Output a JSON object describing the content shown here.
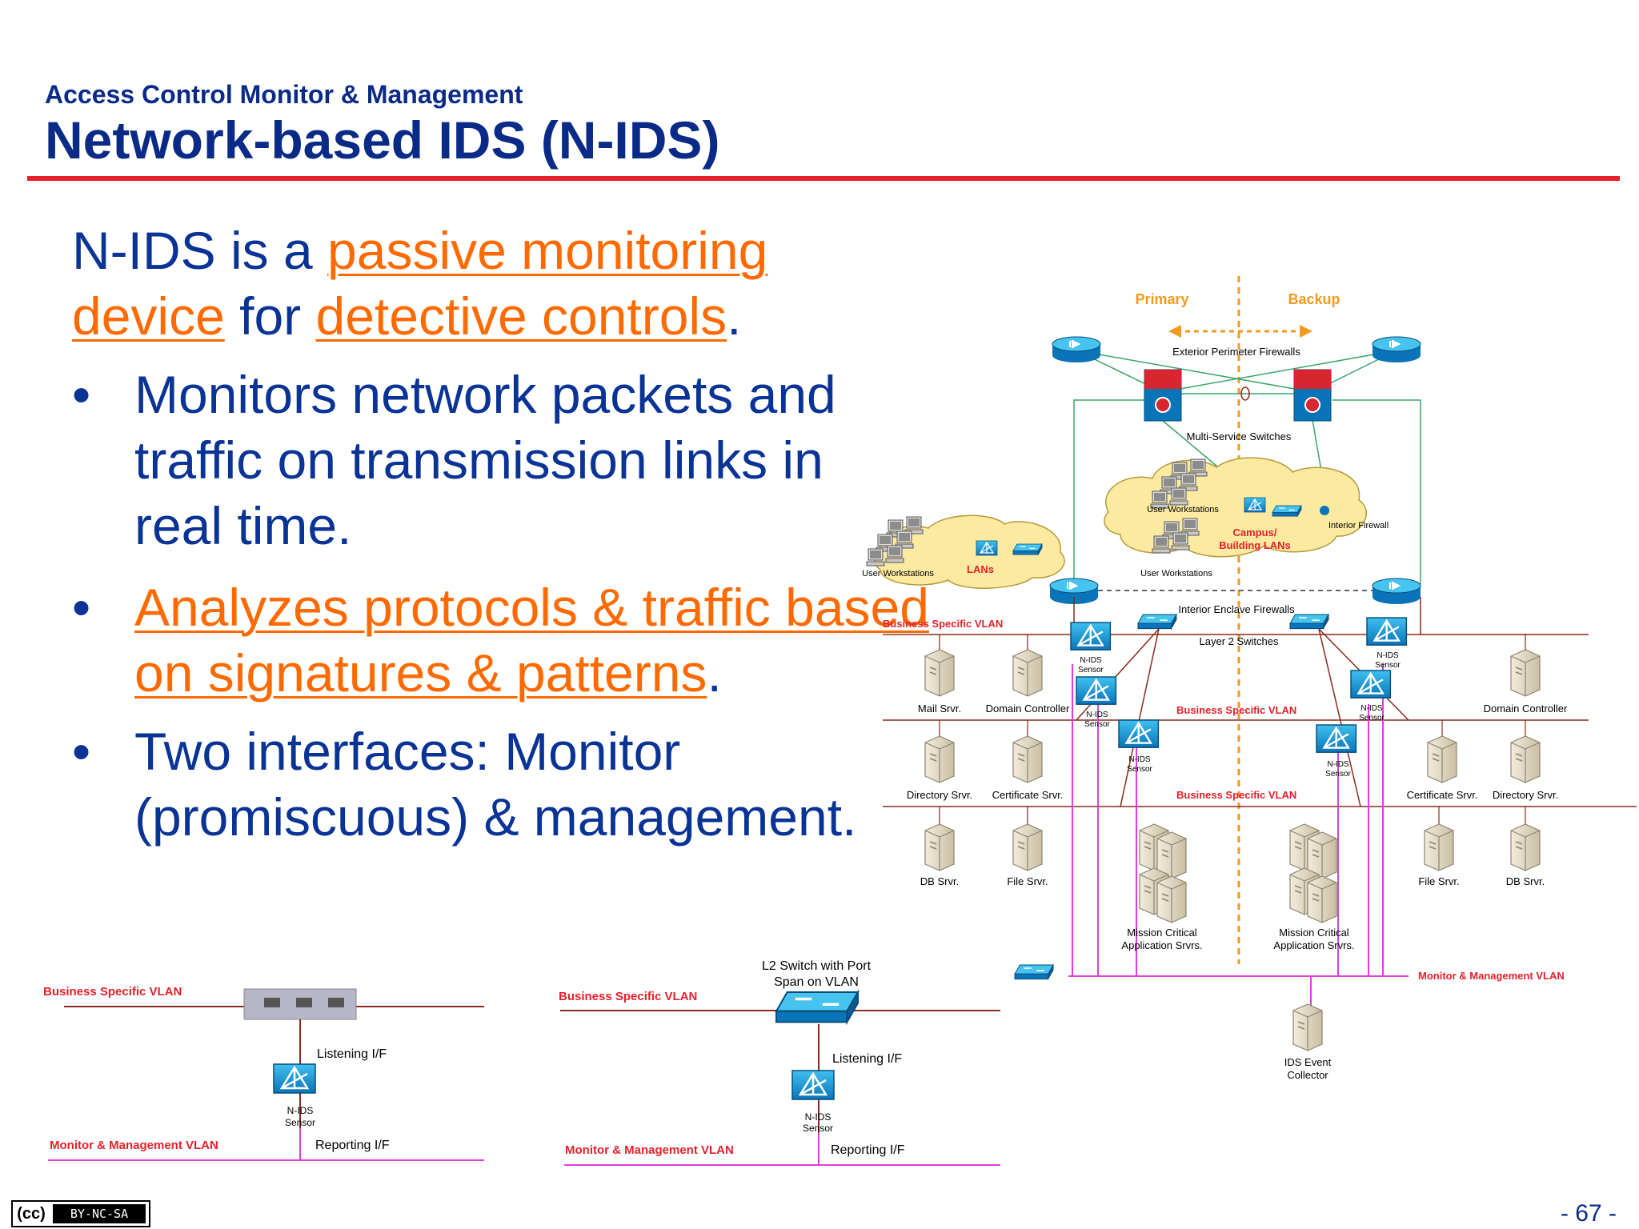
{
  "slide": {
    "subtitle": "Access Control Monitor & Management",
    "title": "Network-based IDS (N-IDS)",
    "page_number": "- 67 -",
    "license_badge": {
      "cc": "(cc)",
      "terms": "BY-NC-SA"
    }
  },
  "body": {
    "intro": {
      "a": "N-IDS is a ",
      "b": "passive monitoring device",
      "c": " for ",
      "d": "detective controls",
      "e": "."
    },
    "bullets": [
      {
        "marker": "•",
        "text": "Monitors network packets and traffic on transmission links in real time."
      },
      {
        "marker": "•",
        "highlight": "Analyzes protocols & traffic based on signatures & patterns",
        "tail": "."
      },
      {
        "marker": "•",
        "text": "Two interfaces: Monitor (promiscuous) & management."
      }
    ]
  },
  "diagram_left": {
    "business_vlan": "Business Specific VLAN",
    "listening": "Listening I/F",
    "sensor": [
      "N-IDS",
      "Sensor"
    ],
    "mgmt_vlan": "Monitor & Management VLAN",
    "reporting": "Reporting I/F"
  },
  "diagram_middle": {
    "switch_label": [
      "L2 Switch with Port",
      "Span on VLAN"
    ],
    "business_vlan": "Business Specific VLAN",
    "listening": "Listening I/F",
    "sensor": [
      "N-IDS",
      "Sensor"
    ],
    "mgmt_vlan": "Monitor & Management VLAN",
    "reporting": "Reporting I/F"
  },
  "diagram_main": {
    "primary": "Primary",
    "backup": "Backup",
    "exterior_firewalls": "Exterior Perimeter Firewalls",
    "multi_service": "Multi-Service Switches",
    "user_ws": "User Workstations",
    "interior_firewall": "Interior Firewall",
    "campus": [
      "Campus/",
      "Building LANs"
    ],
    "lans": "LANs",
    "interior_enclave": "Interior Enclave Firewalls",
    "layer2": "Layer 2 Switches",
    "business_vlan": "Business Specific VLAN",
    "sensor": [
      "N-IDS",
      "Sensor"
    ],
    "mail": "Mail Srvr.",
    "domain_controller": "Domain Controller",
    "directory": "Directory Srvr.",
    "certificate": "Certificate Srvr.",
    "db": "DB Srvr.",
    "file": "File Srvr.",
    "mission": [
      "Mission Critical",
      "Application Srvrs."
    ],
    "mgmt_vlan": "Monitor & Management VLAN",
    "ids_collector": [
      "IDS Event",
      "Collector"
    ]
  }
}
